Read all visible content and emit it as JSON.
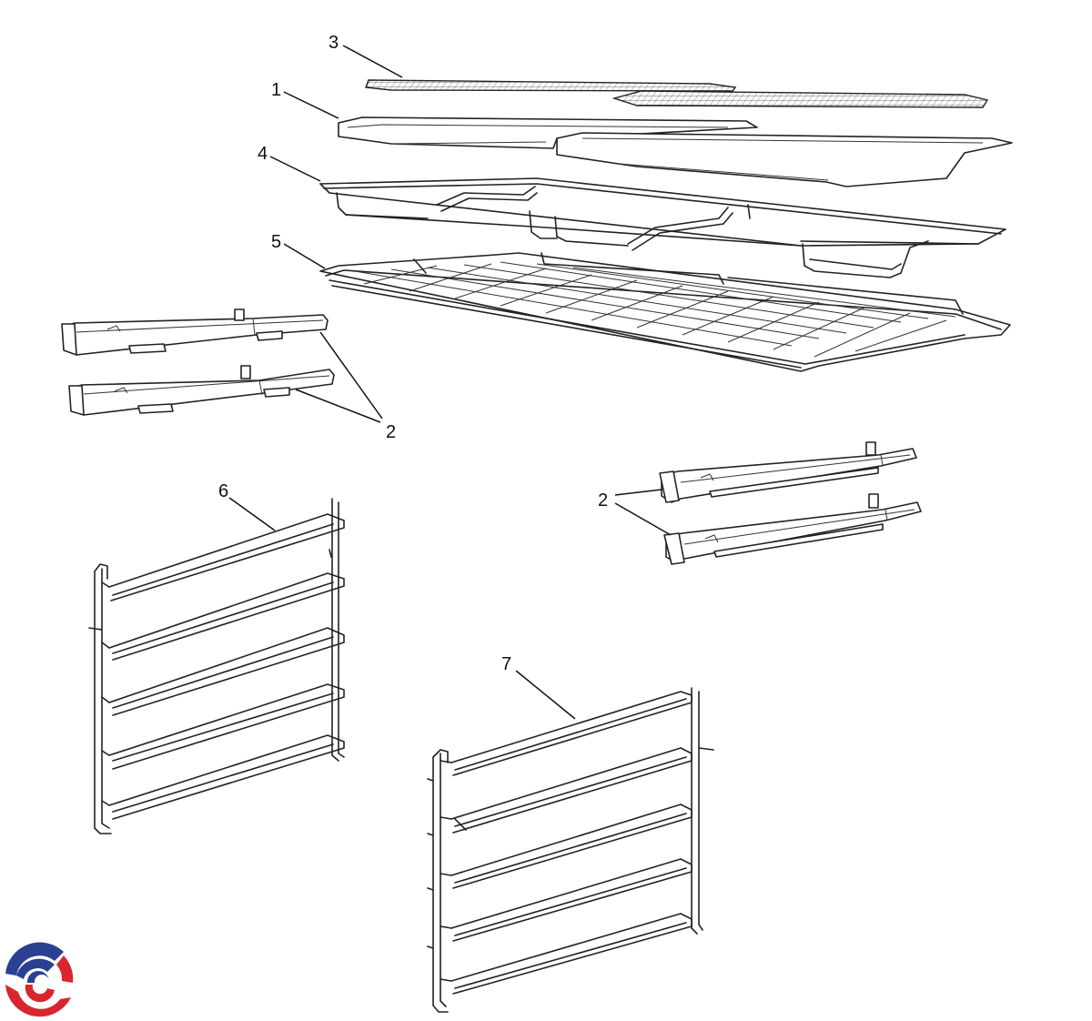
{
  "callouts": {
    "tray": "1",
    "runner_left": "2",
    "runner_right": "2",
    "grid_mat": "3",
    "frame_rack": "4",
    "wire_shelf": "5",
    "side_rack_left": "6",
    "side_rack_right": "7"
  },
  "colors": {
    "line": "#222222",
    "logo_blue": "#2b3f93",
    "logo_red": "#d8262e"
  },
  "logo": {
    "icon": "swirl-logo-icon"
  }
}
